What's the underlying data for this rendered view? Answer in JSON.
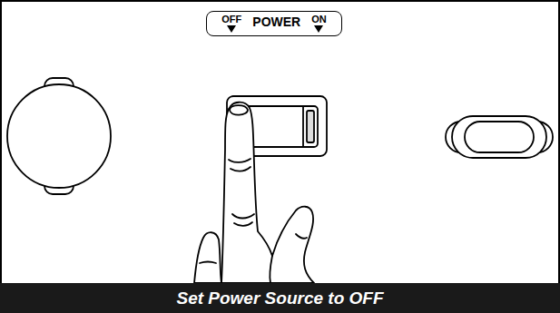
{
  "diagram": {
    "caption": "Set Power Source to OFF",
    "nodes": [
      {
        "text": [
          "OFF",
          "POWER",
          "ON"
        ]
      }
    ]
  }
}
